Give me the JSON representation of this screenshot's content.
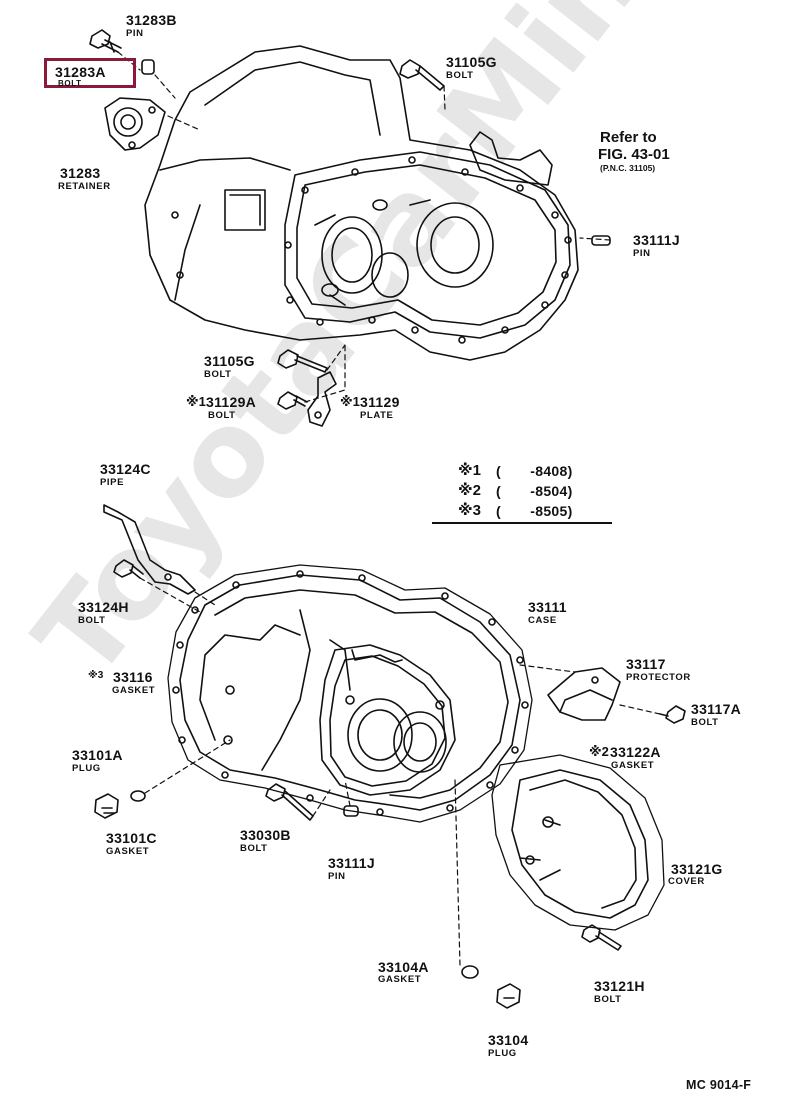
{
  "colors": {
    "ink": "#111111",
    "highlight": "#8b1a3a",
    "watermark": "#e6e6e6"
  },
  "watermark": "ToyotaCarMine.ru",
  "highlighted": {
    "number": "31283A",
    "name": "BOLT"
  },
  "parts": [
    {
      "id": "p31283b",
      "number": "31283B",
      "name": "PIN"
    },
    {
      "id": "p31283",
      "number": "31283",
      "name": "RETAINER"
    },
    {
      "id": "p31105g_top",
      "number": "31105G",
      "name": "BOLT"
    },
    {
      "id": "p33111j_top",
      "number": "33111J",
      "name": "PIN"
    },
    {
      "id": "p31105g_bot",
      "number": "31105G",
      "name": "BOLT"
    },
    {
      "id": "p31129a",
      "mark": "※1",
      "number": "31129A",
      "name": "BOLT"
    },
    {
      "id": "p31129",
      "mark": "※1",
      "number": "31129",
      "name": "PLATE"
    },
    {
      "id": "p33124c",
      "number": "33124C",
      "name": "PIPE"
    },
    {
      "id": "p33124h",
      "number": "33124H",
      "name": "BOLT"
    },
    {
      "id": "p33111",
      "number": "33111",
      "name": "CASE"
    },
    {
      "id": "p33117",
      "number": "33117",
      "name": "PROTECTOR"
    },
    {
      "id": "p33117a",
      "number": "33117A",
      "name": "BOLT"
    },
    {
      "id": "p33116",
      "mark": "※3",
      "number": "33116",
      "name": "GASKET"
    },
    {
      "id": "p33122a",
      "mark": "※2",
      "number": "33122A",
      "name": "GASKET"
    },
    {
      "id": "p33101a",
      "number": "33101A",
      "name": "PLUG"
    },
    {
      "id": "p33101c",
      "number": "33101C",
      "name": "GASKET"
    },
    {
      "id": "p33030b",
      "number": "33030B",
      "name": "BOLT"
    },
    {
      "id": "p33111j_bot",
      "number": "33111J",
      "name": "PIN"
    },
    {
      "id": "p33121g",
      "number": "33121G",
      "name": "COVER"
    },
    {
      "id": "p33104a",
      "number": "33104A",
      "name": "GASKET"
    },
    {
      "id": "p33121h",
      "number": "33121H",
      "name": "BOLT"
    },
    {
      "id": "p33104",
      "number": "33104",
      "name": "PLUG"
    }
  ],
  "reference": {
    "line1": "Refer to",
    "line2": "FIG. 43-01",
    "line3": "(P.N.C. 31105)"
  },
  "legend": [
    {
      "mark": "※1",
      "range": "(       -8408)"
    },
    {
      "mark": "※2",
      "range": "(       -8504)"
    },
    {
      "mark": "※3",
      "range": "(       -8505)"
    }
  ],
  "figure_code": "MC 9014-F"
}
